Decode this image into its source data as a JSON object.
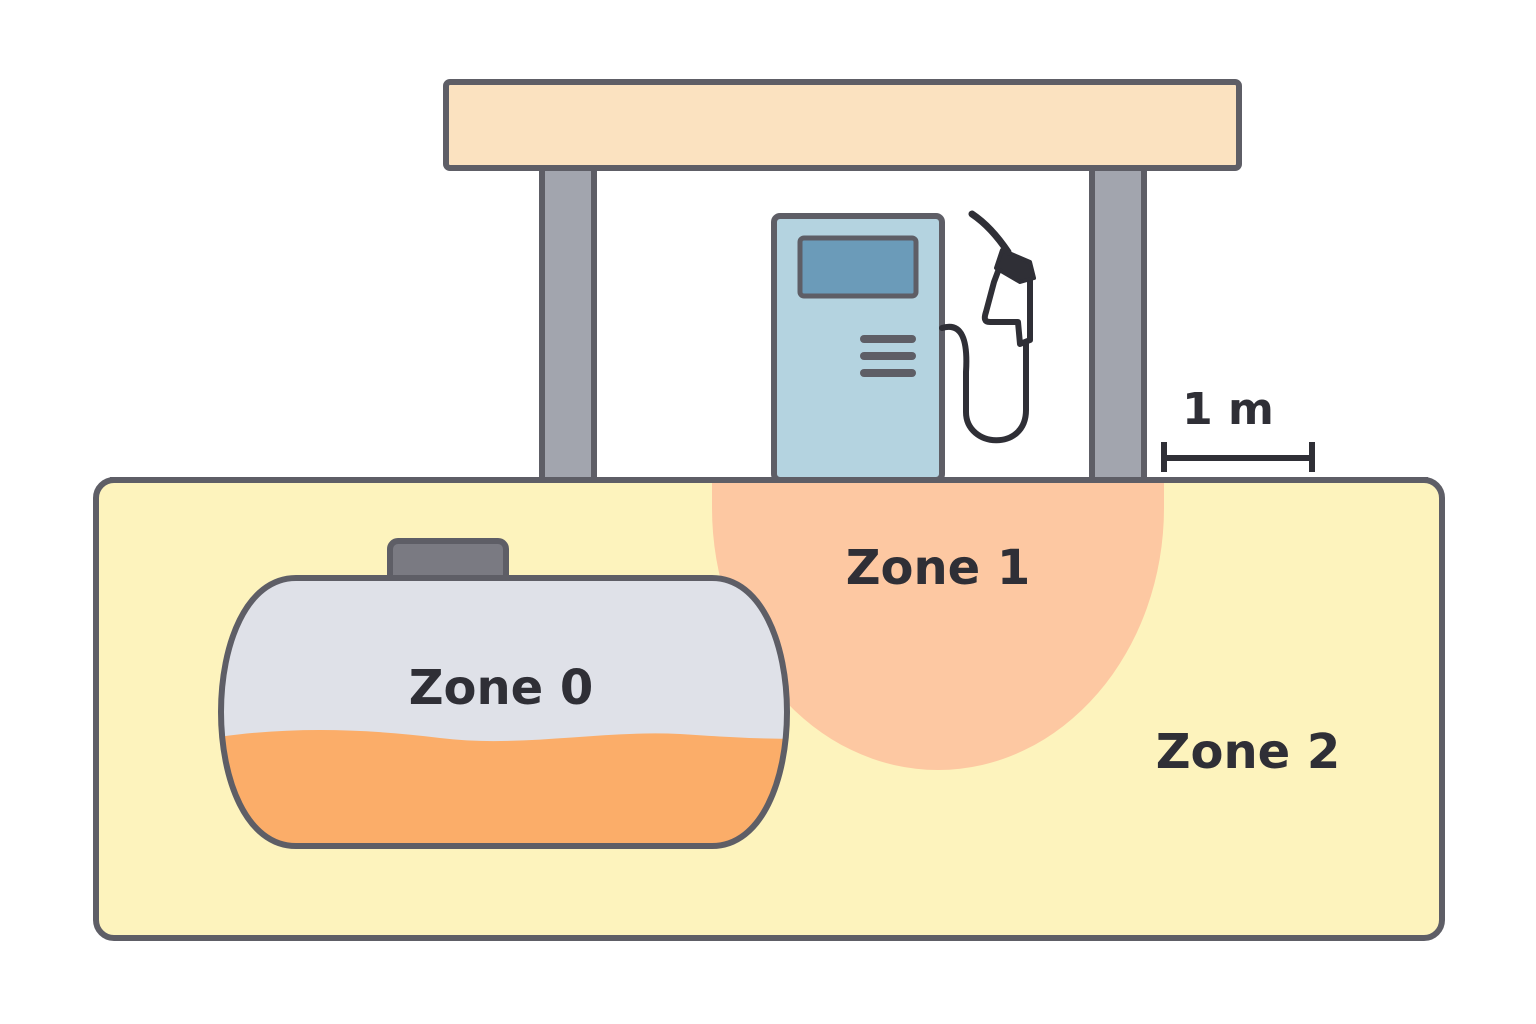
{
  "zones": {
    "zone0_label": "Zone 0",
    "zone1_label": "Zone 1",
    "zone2_label": "Zone 2"
  },
  "scale": {
    "label": "1 m"
  },
  "colors": {
    "outline": "#5e5e66",
    "ground": "#fdf3bd",
    "zone1_fill": "#fdc8a2",
    "canopy": "#fbe2c0",
    "pillar": "#a2a5ae",
    "pump_body": "#b4d3e0",
    "pump_screen": "#6b9bb9",
    "tank_vapor": "#dfe1e8",
    "tank_liquid": "#fbad69",
    "tank_cap": "#7a7a82",
    "dark": "#2f2f36"
  },
  "icons": {
    "pump": "fuel-pump-icon",
    "nozzle": "fuel-nozzle-icon",
    "tank": "storage-tank-icon"
  }
}
